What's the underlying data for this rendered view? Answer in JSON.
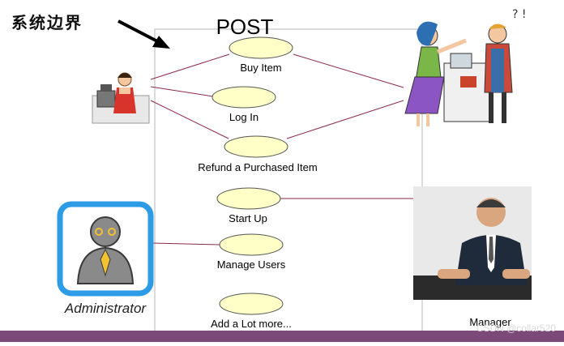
{
  "boundary": {
    "label": "系统边界",
    "title": "POST"
  },
  "use_cases": [
    {
      "id": "buy",
      "label": "Buy Item"
    },
    {
      "id": "login",
      "label": "Log In"
    },
    {
      "id": "refund",
      "label": "Refund a Purchased Item"
    },
    {
      "id": "startup",
      "label": "Start Up"
    },
    {
      "id": "manage",
      "label": "Manage Users"
    },
    {
      "id": "addlot",
      "label": "Add a Lot more..."
    }
  ],
  "actors": {
    "administrator": "Administrator",
    "manager": "Manager"
  },
  "watermark": "CSDN @collar520",
  "colors": {
    "use_case_fill": "#ffffc8",
    "association_line": "#8b2a4a",
    "footer_bar": "#7b4a78",
    "admin_icon_frame": "#2e9be6"
  }
}
